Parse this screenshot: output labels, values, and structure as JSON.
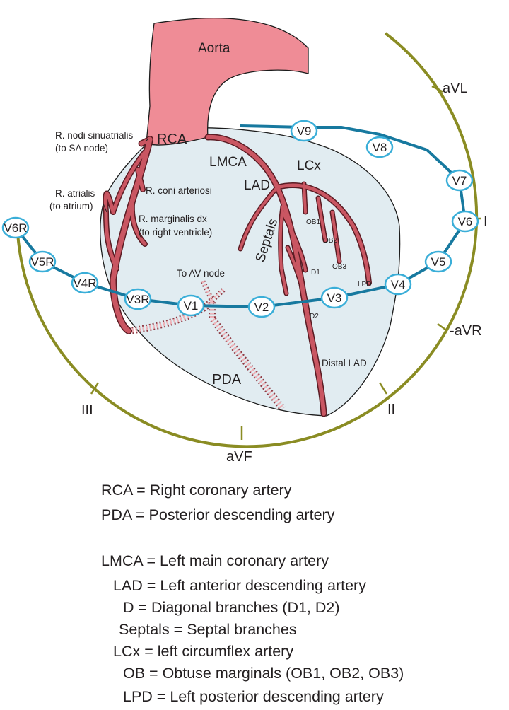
{
  "labels": {
    "aorta": "Aorta",
    "rca": "RCA",
    "lmca": "LMCA",
    "lcx": "LCx",
    "lad": "LAD",
    "septals": "Septals",
    "nodi_1": "R. nodi sinuatrialis",
    "nodi_2": "(to SA node)",
    "atrialis_1": "R. atrialis",
    "atrialis_2": "(to atrium)",
    "coni": "R. coni arteriosi",
    "marg_1": "R. marginalis dx",
    "marg_2": "(to right ventricle)",
    "to_av": "To AV node",
    "pda": "PDA",
    "distal_lad": "Distal LAD",
    "ob1": "OB1",
    "ob2": "OB2",
    "ob3": "OB3",
    "lpd": "LPD",
    "d1": "D1",
    "d2": "D2"
  },
  "limb_leads": {
    "avl": "aVL",
    "i": "I",
    "neg_avr": "-aVR",
    "ii": "II",
    "avf": "aVF",
    "iii": "III"
  },
  "chest_leads": {
    "v6r": "V6R",
    "v5r": "V5R",
    "v4r": "V4R",
    "v3r": "V3R",
    "v1": "V1",
    "v2": "V2",
    "v3": "V3",
    "v4": "V4",
    "v5": "V5",
    "v6": "V6",
    "v7": "V7",
    "v8": "V8",
    "v9": "V9"
  },
  "legend": [
    "RCA = Right coronary artery",
    "PDA = Posterior descending artery",
    "LMCA = Left main coronary artery",
    "LAD = Left anterior descending artery",
    "D = Diagonal branches (D1, D2)",
    "Septals = Septal branches",
    "LCx = left circumflex artery",
    "OB = Obtuse marginals (OB1, OB2, OB3)",
    "LPD = Left posterior descending artery"
  ],
  "colors": {
    "aorta": "#ef8c96",
    "artery": "#c95662",
    "artery_outline": "#5a1c24",
    "heart_fill": "#e1ecf1",
    "lead_circle": "#3aaed8",
    "lead_wire": "#17799f",
    "limb_ring": "#8a8c23"
  }
}
